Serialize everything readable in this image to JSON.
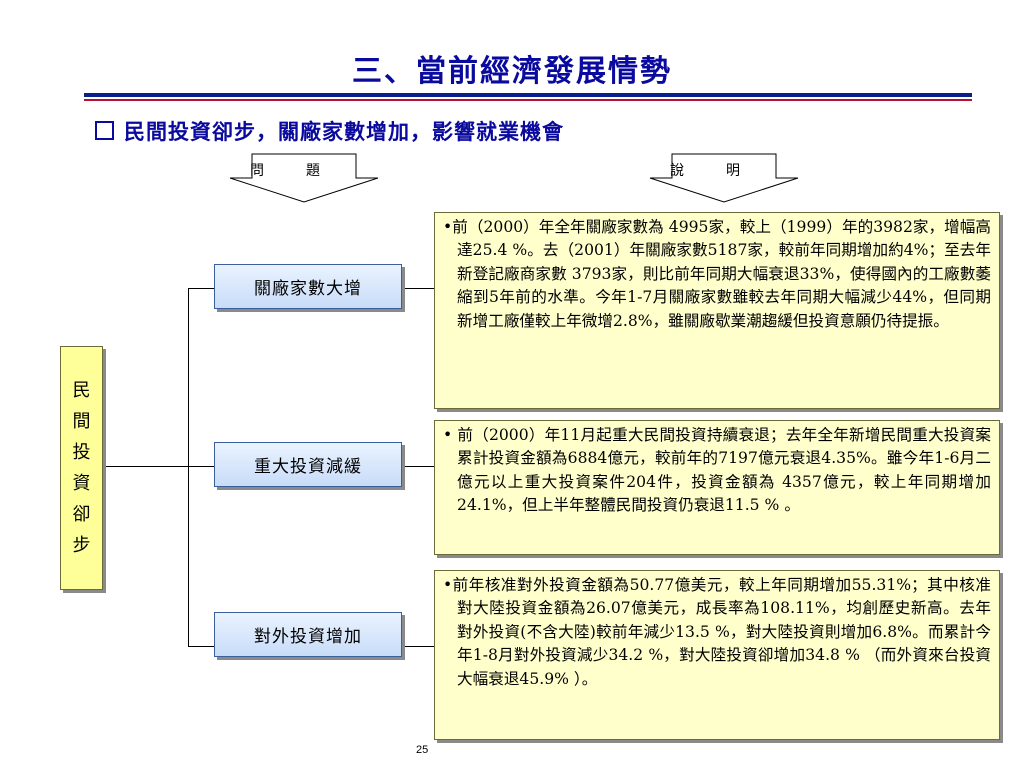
{
  "title": "三、當前經濟發展情勢",
  "subtitle": "民間投資卻步，關廠家數增加，影響就業機會",
  "arrows": {
    "left_label": "問　　　題",
    "right_label": "說　　　明"
  },
  "side_label": [
    "民",
    "間",
    "投",
    "資",
    "卻",
    "步"
  ],
  "categories": [
    {
      "label": "關廠家數大增",
      "description": "•前（2000）年全年關廠家數為 4995家，較上（1999）年的3982家，增幅高達25.4 %。去（2001）年關廠家數5187家，較前年同期增加約4%；至去年新登記廠商家數 3793家，則比前年同期大幅衰退33%，使得國內的工廠數萎縮到5年前的水準。今年1-7月關廠家數雖較去年同期大幅減少44%，但同期新增工廠僅較上年微增2.8%，雖關廠歇業潮趨緩但投資意願仍待提振。"
    },
    {
      "label": "重大投資減緩",
      "description": "• 前（2000）年11月起重大民間投資持續衰退；去年全年新增民間重大投資案累計投資金額為6884億元，較前年的7197億元衰退4.35%。雖今年1-6月二億元以上重大投資案件204件，投資金額為 4357億元，較上年同期增加24.1%，但上半年整體民間投資仍衰退11.5 % 。"
    },
    {
      "label": "對外投資增加",
      "description": "•前年核准對外投資金額為50.77億美元，較上年同期增加55.31%；其中核准對大陸投資金額為26.07億美元，成長率為108.11%，均創歷史新高。去年對外投資(不含大陸)較前年減少13.5 %，對大陸投資則增加6.8%。而累計今年1-8月對外投資減少34.2 %，對大陸投資卻增加34.8 % （而外資來台投資大幅衰退45.9% ）。"
    }
  ],
  "page_number": "25",
  "colors": {
    "title": "#0a0a9e",
    "rule_top": "#0b1f8c",
    "rule_bottom": "#b0123a",
    "side_box": "#ffff99",
    "desc_box": "#ffffcc",
    "category_box": "#c8dcf8"
  }
}
